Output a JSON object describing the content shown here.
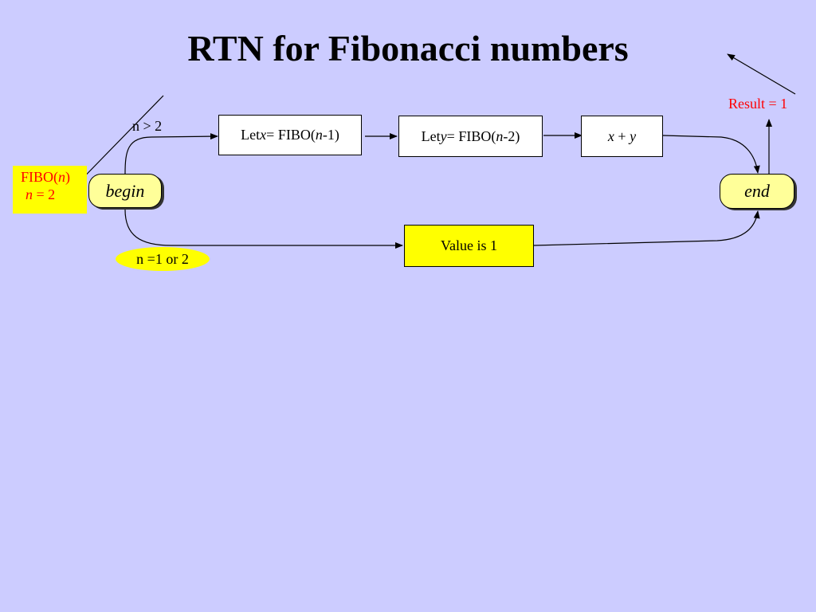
{
  "title": "RTN for Fibonacci numbers",
  "nodes": {
    "begin": "begin",
    "end": "end",
    "let_x": {
      "prefix": "Let ",
      "var": "x",
      "mid": " = FIBO(",
      "arg": "n",
      "suffix": "-1)"
    },
    "let_y": {
      "prefix": "Let ",
      "var": "y",
      "mid": " = FIBO(",
      "arg": "n",
      "suffix": "-2)"
    },
    "sum": {
      "a": "x",
      "op": " + ",
      "b": "y"
    },
    "value": "Value is 1"
  },
  "edge_labels": {
    "upper": "n > 2",
    "lower": "n =1 or 2"
  },
  "annotations": {
    "call_name": "FIBO(",
    "call_arg": "n",
    "call_close": ")",
    "call_value_var": "n",
    "call_value_rest": " = 2",
    "result": "Result = 1"
  },
  "colors": {
    "background": "#ccccff",
    "highlight": "#ffff00",
    "pill": "#ffff99",
    "annotation_text": "#ff0000"
  }
}
